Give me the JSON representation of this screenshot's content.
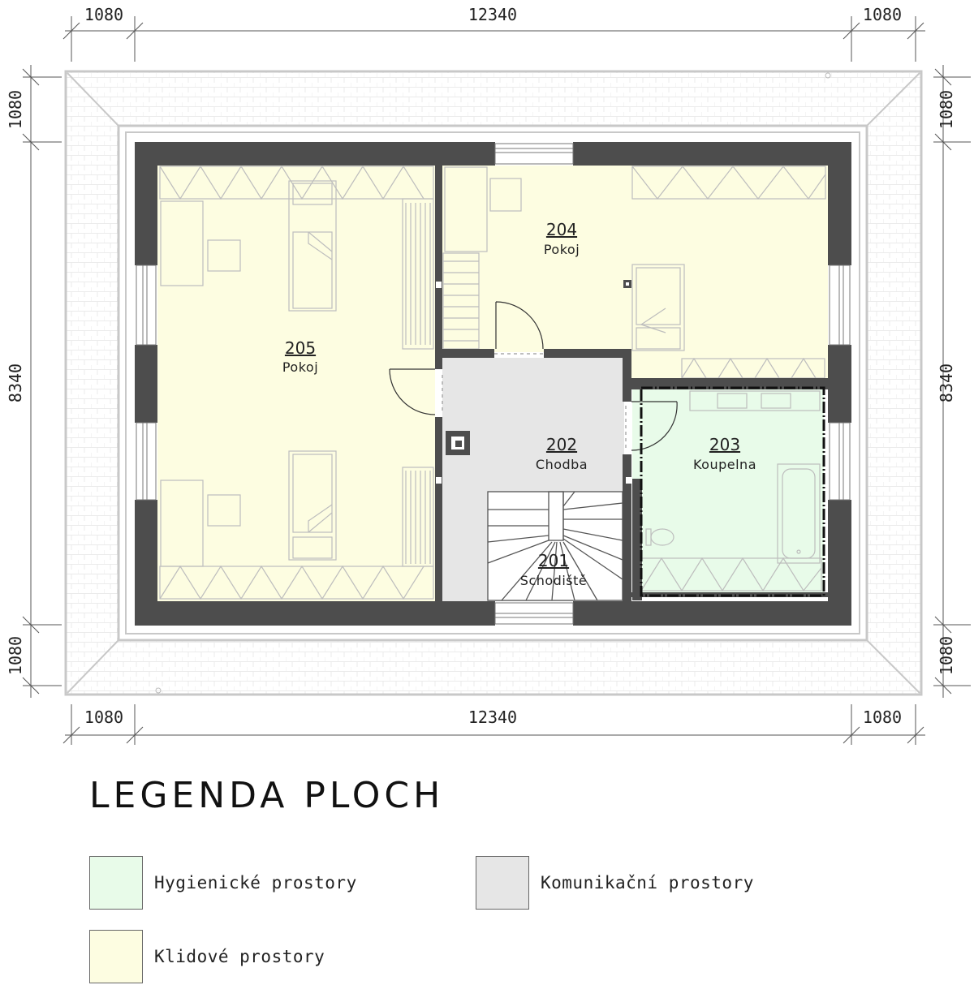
{
  "dimensions": {
    "top": [
      "1080",
      "12340",
      "1080"
    ],
    "bottom": [
      "1080",
      "12340",
      "1080"
    ],
    "left": [
      "1080",
      "8340",
      "1080"
    ],
    "right": [
      "1080",
      "8340",
      "1080"
    ]
  },
  "rooms": [
    {
      "id": "205",
      "number": "205",
      "name": "Pokoj",
      "category": "klidove"
    },
    {
      "id": "204",
      "number": "204",
      "name": "Pokoj",
      "category": "klidove"
    },
    {
      "id": "202",
      "number": "202",
      "name": "Chodba",
      "category": "komunikacni"
    },
    {
      "id": "203",
      "number": "203",
      "name": "Koupelna",
      "category": "hygienicke"
    },
    {
      "id": "201",
      "number": "201",
      "name": "Schodiště",
      "category": "komunikacni"
    }
  ],
  "legend": {
    "title": "LEGENDA PLOCH",
    "items": [
      {
        "key": "hygienicke",
        "label": "Hygienické prostory",
        "color": "#e8fbe9"
      },
      {
        "key": "komunikacni",
        "label": "Komunikační prostory",
        "color": "#e6e6e6"
      },
      {
        "key": "klidove",
        "label": "Klidové prostory",
        "color": "#fdfde1"
      }
    ]
  },
  "colors": {
    "wall": "#4d4d4d",
    "roof_line": "#c8c8c8",
    "dim_line": "#555555"
  }
}
